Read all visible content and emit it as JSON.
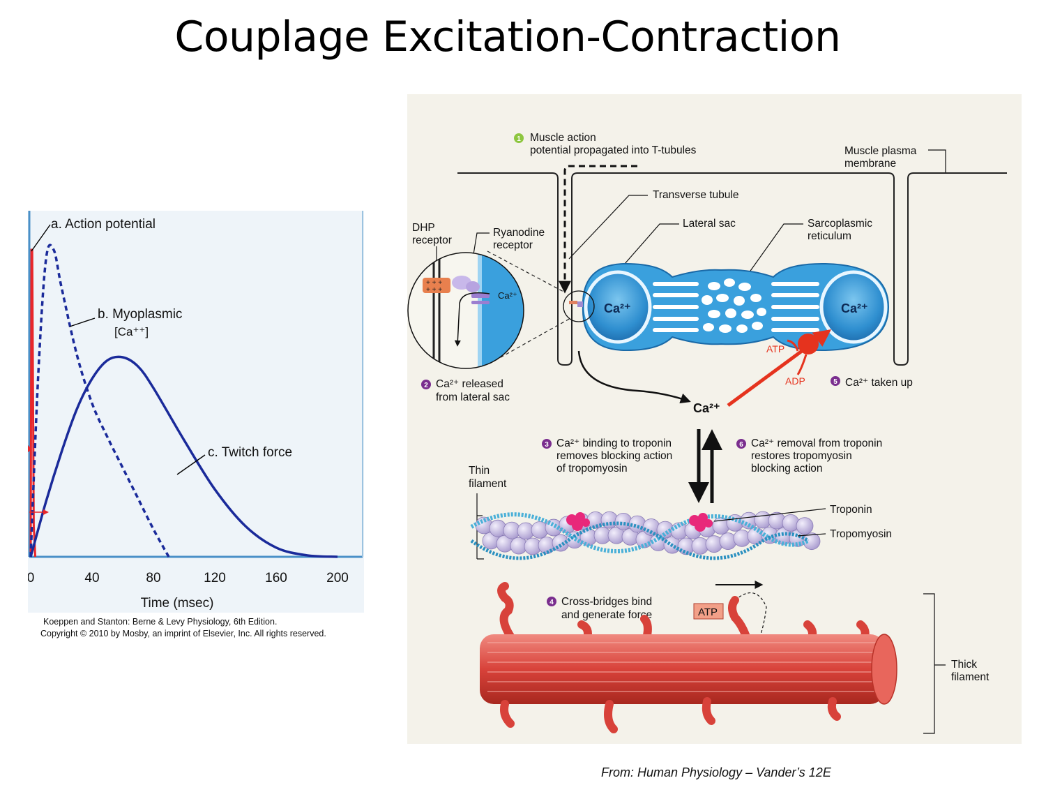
{
  "slide": {
    "title": "Couplage Excitation-Contraction",
    "source": "From: Human Physiology – Vander’s 12E"
  },
  "chart": {
    "curve_labels": {
      "action_potential": "a. Action potential",
      "myoplasmic_line1": "b. Myoplasmic",
      "myoplasmic_line2": "[Ca⁺⁺]",
      "twitch": "c. Twitch force"
    },
    "xlabel": "Time (msec)",
    "x_ticks": [
      "0",
      "40",
      "80",
      "120",
      "160",
      "200"
    ],
    "credit_line1": "Koeppen and Stanton: Berne & Levy Physiology, 6th Edition.",
    "credit_line2": "Copyright © 2010 by Mosby, an imprint of Elsevier, Inc. All rights reserved.",
    "colors": {
      "action_potential": "#e8262a",
      "calcium": "#1a2a9a",
      "twitch": "#1a2a9a",
      "axis": "#4a90c8"
    }
  },
  "chart_data": {
    "type": "line",
    "title": "",
    "xlabel": "Time (msec)",
    "ylabel": "",
    "xlim": [
      0,
      210
    ],
    "grid": false,
    "series": [
      {
        "name": "a. Action potential",
        "x": [
          0,
          0.5,
          1,
          2,
          3
        ],
        "y": [
          0,
          1.0,
          1.0,
          0.1,
          0
        ],
        "style": "solid red"
      },
      {
        "name": "b. Myoplasmic [Ca++]",
        "x": [
          0,
          5,
          10,
          15,
          20,
          30,
          40,
          50,
          60,
          70,
          80,
          90
        ],
        "y": [
          0,
          0.6,
          0.97,
          1.0,
          0.88,
          0.66,
          0.5,
          0.39,
          0.29,
          0.19,
          0.09,
          0.0
        ],
        "style": "dashed blue"
      },
      {
        "name": "c. Twitch force",
        "x": [
          0,
          10,
          20,
          30,
          40,
          50,
          60,
          70,
          80,
          100,
          120,
          140,
          160,
          180,
          200
        ],
        "y": [
          0,
          0.18,
          0.34,
          0.48,
          0.58,
          0.64,
          0.65,
          0.62,
          0.55,
          0.38,
          0.22,
          0.1,
          0.03,
          0.005,
          0.0
        ],
        "style": "solid blue"
      }
    ]
  },
  "diagram": {
    "step1": {
      "num": "1",
      "line1": "Muscle action",
      "line2": "potential propagated into T-tubules"
    },
    "membrane_label": {
      "line1": "Muscle plasma",
      "line2": "membrane"
    },
    "transverse_tubule": "Transverse tubule",
    "lateral_sac": "Lateral sac",
    "sarcoplasmic": {
      "line1": "Sarcoplasmic",
      "line2": "reticulum"
    },
    "dhp": {
      "line1": "DHP",
      "line2": "receptor"
    },
    "ryanodine": {
      "line1": "Ryanodine",
      "line2": "receptor"
    },
    "ca_small": "Ca²⁺",
    "ca_left_sac": "Ca²⁺",
    "ca_right_sac": "Ca²⁺",
    "ca_center": "Ca²⁺",
    "atp_pump": "ATP",
    "adp_pump": "ADP",
    "step2": {
      "num": "2",
      "line1": "Ca²⁺ released",
      "line2": "from lateral sac"
    },
    "step5": {
      "num": "5",
      "text": "Ca²⁺ taken up"
    },
    "step3": {
      "num": "3",
      "line1": "Ca²⁺ binding to troponin",
      "line2": "removes blocking action",
      "line3": "of tropomyosin"
    },
    "step6": {
      "num": "6",
      "line1": "Ca²⁺ removal from troponin",
      "line2": "restores tropomyosin",
      "line3": "blocking action"
    },
    "thin_filament": {
      "line1": "Thin",
      "line2": "filament"
    },
    "troponin": "Troponin",
    "tropomyosin": "Tropomyosin",
    "step4": {
      "num": "4",
      "line1": "Cross-bridges bind",
      "line2": "and generate force"
    },
    "atp_box": "ATP",
    "thick_filament": {
      "line1": "Thick",
      "line2": "filament"
    },
    "colors": {
      "sr_blue": "#3aa0dd",
      "ca_red": "#e5331e",
      "step_circle_green": "#8dc63f",
      "step_circle_purple": "#7a2e8e",
      "troponin_pink": "#e8287a",
      "actin_lavender": "#c8bfe0",
      "myosin_red": "#d8423a"
    }
  }
}
